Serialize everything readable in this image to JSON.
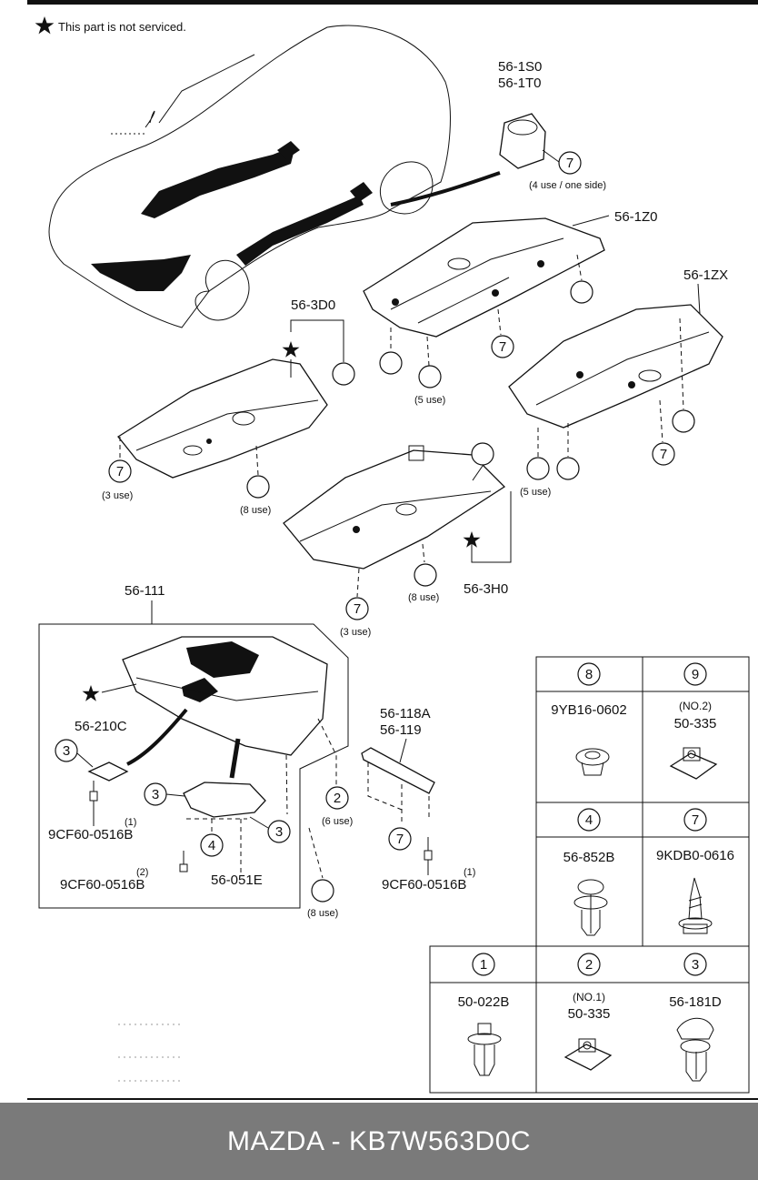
{
  "header": {
    "note": "This part is not serviced."
  },
  "parts": {
    "p1s0": "56-1S0",
    "p1t0": "56-1T0",
    "p1z0": "56-1Z0",
    "p1zx": "56-1ZX",
    "p3d0": "56-3D0",
    "p3h0": "56-3H0",
    "p111": "56-111",
    "p210c": "56-210C",
    "p118a": "56-118A",
    "p119": "56-119",
    "p051e": "56-051E",
    "bolt": "9CF60-0516B"
  },
  "qty": {
    "q1s0": "(4 use / one side)",
    "q5a": "(5 use)",
    "q5b": "(5 use)",
    "q3a": "(3 use)",
    "q8a": "(8 use)",
    "q8b": "(8 use)",
    "q3b": "(3 use)",
    "q6": "(6 use)",
    "q8c": "(8 use)",
    "b1a": "(1)",
    "b2": "(2)",
    "b1b": "(1)"
  },
  "callouts": [
    "1",
    "2",
    "3",
    "4",
    "7",
    "8",
    "9"
  ],
  "legend": {
    "c8": {
      "num": "8",
      "pn": "9YB16-0602",
      "sub": ""
    },
    "c9": {
      "num": "9",
      "pn": "50-335",
      "sub": "(NO.2)"
    },
    "c4": {
      "num": "4",
      "pn": "56-852B",
      "sub": ""
    },
    "c7": {
      "num": "7",
      "pn": "9KDB0-0616",
      "sub": ""
    },
    "c1": {
      "num": "1",
      "pn": "50-022B",
      "sub": ""
    },
    "c2": {
      "num": "2",
      "pn": "50-335",
      "sub": "(NO.1)"
    },
    "c3": {
      "num": "3",
      "pn": "56-181D",
      "sub": ""
    }
  },
  "footer": {
    "text": "MAZDA - KB7W563D0C"
  }
}
